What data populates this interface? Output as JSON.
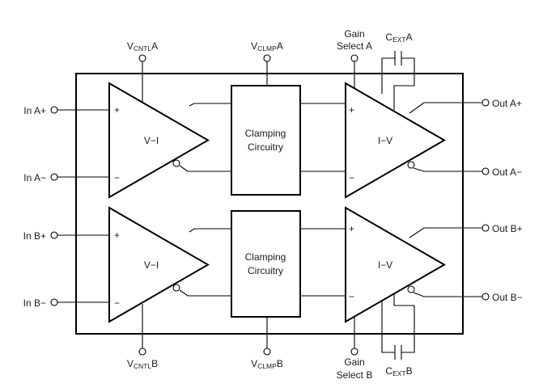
{
  "pins": {
    "in_a_plus": "In A+",
    "in_a_minus": "In A−",
    "in_b_plus": "In B+",
    "in_b_minus": "In B−",
    "out_a_plus": "Out A+",
    "out_a_minus": "Out A−",
    "out_b_plus": "Out B+",
    "out_b_minus": "Out B−",
    "vcntl_a": {
      "main": "V",
      "sub": "CNTL",
      "suffix": "A"
    },
    "vcntl_b": {
      "main": "V",
      "sub": "CNTL",
      "suffix": "B"
    },
    "vclmp_a": {
      "main": "V",
      "sub": "CLMP",
      "suffix": "A"
    },
    "vclmp_b": {
      "main": "V",
      "sub": "CLMP",
      "suffix": "B"
    },
    "gain_a": {
      "line1": "Gain",
      "line2": "Select A"
    },
    "gain_b": {
      "line1": "Gain",
      "line2": "Select B"
    },
    "cext_a": {
      "main": "C",
      "sub": "EXT",
      "suffix": "A"
    },
    "cext_b": {
      "main": "C",
      "sub": "EXT",
      "suffix": "B"
    }
  },
  "blocks": {
    "vi_a": "V−I",
    "vi_b": "V−I",
    "iv_a": "I−V",
    "iv_b": "I−V",
    "clamp_a": {
      "line1": "Clamping",
      "line2": "Circuitry"
    },
    "clamp_b": {
      "line1": "Clamping",
      "line2": "Circuitry"
    }
  },
  "signs": {
    "plus": "+",
    "minus": "−"
  }
}
